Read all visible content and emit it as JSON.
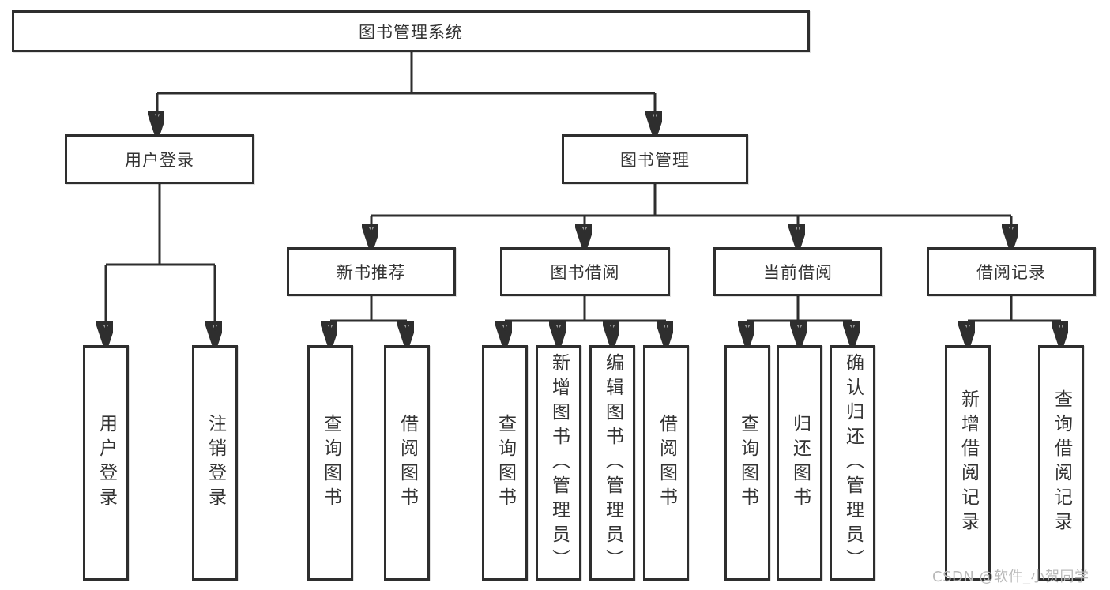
{
  "tree": {
    "label": "图书管理系统",
    "children": [
      {
        "label": "用户登录",
        "children": [
          {
            "label": "用户登录"
          },
          {
            "label": "注销登录"
          }
        ]
      },
      {
        "label": "图书管理",
        "children": [
          {
            "label": "新书推荐",
            "children": [
              {
                "label": "查询图书"
              },
              {
                "label": "借阅图书"
              }
            ]
          },
          {
            "label": "图书借阅",
            "children": [
              {
                "label": "查询图书"
              },
              {
                "label": "新增图书（管理员）"
              },
              {
                "label": "编辑图书（管理员）"
              },
              {
                "label": "借阅图书"
              }
            ]
          },
          {
            "label": "当前借阅",
            "children": [
              {
                "label": "查询图书"
              },
              {
                "label": "归还图书"
              },
              {
                "label": "确认归还（管理员）"
              }
            ]
          },
          {
            "label": "借阅记录",
            "children": [
              {
                "label": "新增借阅记录"
              },
              {
                "label": "查询借阅记录"
              }
            ]
          }
        ]
      }
    ]
  },
  "watermark": {
    "text": "CSDN @软件_小贺同学"
  },
  "colors": {
    "line": "#2e2e2e",
    "text": "#333333",
    "background": "#ffffff",
    "watermark": "#b9b9b9"
  }
}
